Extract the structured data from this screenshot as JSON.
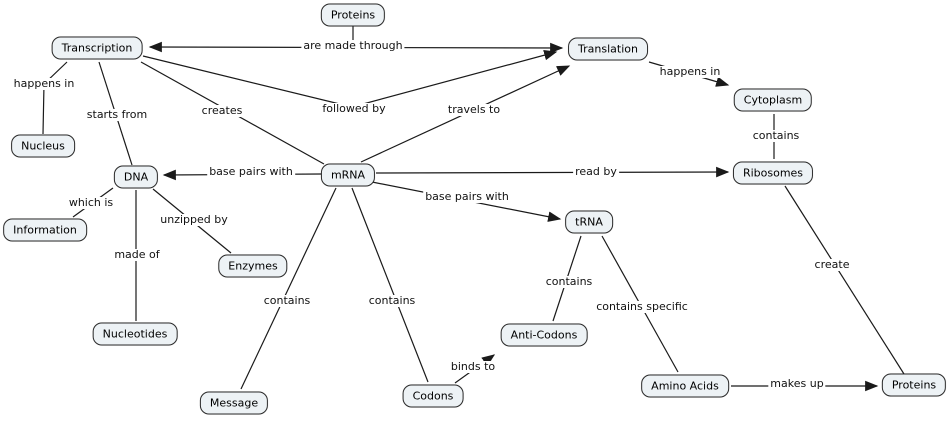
{
  "concepts": {
    "proteins_top": "Proteins",
    "transcription": "Transcription",
    "translation": "Translation",
    "cytoplasm": "Cytoplasm",
    "nucleus": "Nucleus",
    "dna": "DNA",
    "mrna": "mRNA",
    "ribosomes": "Ribosomes",
    "information": "Information",
    "enzymes": "Enzymes",
    "trna": "tRNA",
    "nucleotides": "Nucleotides",
    "anti_codons": "Anti-Codons",
    "message": "Message",
    "codons": "Codons",
    "amino_acids": "Amino Acids",
    "proteins_bottom": "Proteins"
  },
  "linking_phrases": {
    "are_made_through": "are made through",
    "happens_in_nucleus": "happens in",
    "starts_from": "starts from",
    "creates": "creates",
    "followed_by": "followed by",
    "travels_to": "travels to",
    "happens_in_cytoplasm": "happens in",
    "contains_ribosomes": "contains",
    "base_pairs_with_dna": "base pairs with",
    "read_by": "read by",
    "which_is": "which is",
    "unzipped_by": "unzipped by",
    "base_pairs_with_trna": "base pairs with",
    "made_of": "made of",
    "contains_message": "contains",
    "contains_codons": "contains",
    "contains_anticodons": "contains",
    "contains_specific": "contains specific",
    "create": "create",
    "binds_to": "binds to",
    "makes_up": "makes up"
  },
  "propositions": [
    {
      "from": "Proteins",
      "link": "are made through",
      "to": "Transcription"
    },
    {
      "from": "Proteins",
      "link": "are made through",
      "to": "Translation"
    },
    {
      "from": "Transcription",
      "link": "happens in",
      "to": "Nucleus"
    },
    {
      "from": "Transcription",
      "link": "starts from",
      "to": "DNA"
    },
    {
      "from": "Transcription",
      "link": "creates",
      "to": "mRNA"
    },
    {
      "from": "Transcription",
      "link": "followed by",
      "to": "Translation"
    },
    {
      "from": "mRNA",
      "link": "travels to",
      "to": "Translation"
    },
    {
      "from": "Translation",
      "link": "happens in",
      "to": "Cytoplasm"
    },
    {
      "from": "Cytoplasm",
      "link": "contains",
      "to": "Ribosomes"
    },
    {
      "from": "mRNA",
      "link": "base pairs with",
      "to": "DNA"
    },
    {
      "from": "mRNA",
      "link": "read by",
      "to": "Ribosomes"
    },
    {
      "from": "DNA",
      "link": "which is",
      "to": "Information"
    },
    {
      "from": "DNA",
      "link": "unzipped by",
      "to": "Enzymes"
    },
    {
      "from": "DNA",
      "link": "made of",
      "to": "Nucleotides"
    },
    {
      "from": "mRNA",
      "link": "base pairs with",
      "to": "tRNA"
    },
    {
      "from": "mRNA",
      "link": "contains",
      "to": "Message"
    },
    {
      "from": "mRNA",
      "link": "contains",
      "to": "Codons"
    },
    {
      "from": "tRNA",
      "link": "contains",
      "to": "Anti-Codons"
    },
    {
      "from": "tRNA",
      "link": "contains specific",
      "to": "Amino Acids"
    },
    {
      "from": "Ribosomes",
      "link": "create",
      "to": "Proteins"
    },
    {
      "from": "Codons",
      "link": "binds to",
      "to": "Anti-Codons"
    },
    {
      "from": "Amino Acids",
      "link": "makes up",
      "to": "Proteins"
    }
  ],
  "colors": {
    "background": "#ffffff",
    "node_fill": "#edf2f5",
    "node_border": "#2b2b2b",
    "line": "#1a1a1a",
    "text": "#000000"
  }
}
